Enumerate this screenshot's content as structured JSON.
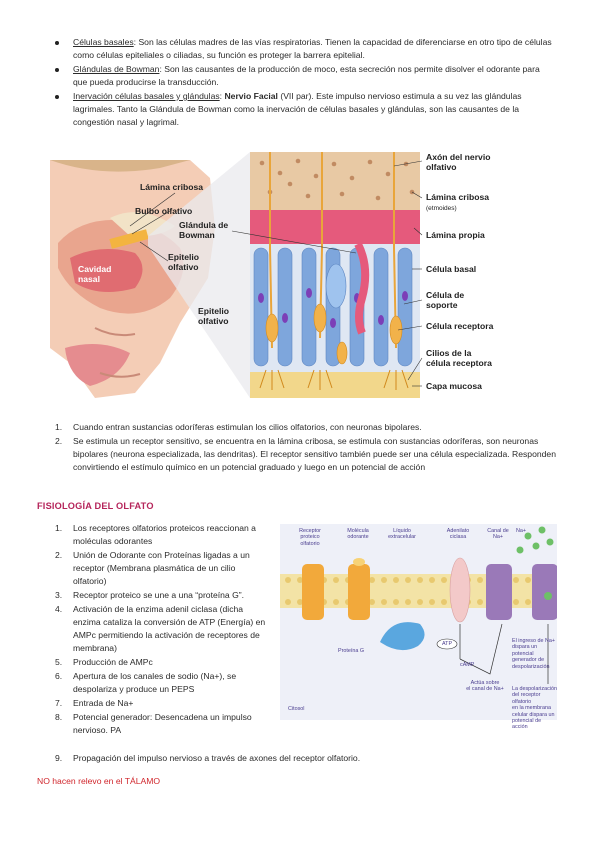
{
  "bullets": [
    {
      "term": "Células basales",
      "rest": ": Son las células madres de las vías respiratorias. Tienen la capacidad de diferenciarse en otro tipo de células como células epiteliales o ciliadas, su función es proteger la barrera epitelial."
    },
    {
      "term": "Glándulas de Bowman",
      "rest": ": Son las causantes de la producción de moco, esta secreción nos permite disolver el odorante para que pueda producirse la transducción."
    },
    {
      "term": "Inervación células basales y glándulas",
      "mid": ": ",
      "bold": "Nervio Facial",
      "rest": " (VII par). Este impulso nervioso estimula a su vez las glándulas lagrimales. Tanto la Glándula de Bowman como la inervación de células basales y glándulas, son las causantes de la congestión nasal y lagrimal."
    }
  ],
  "figure1": {
    "left": {
      "lamina": "Lámina cribosa",
      "bulbo": "Bulbo olfativo",
      "epitelio_l1": "Epitelio",
      "epitelio_l2": "olfativo",
      "cavidad_l1": "Cavidad",
      "cavidad_l2": "nasal"
    },
    "right": {
      "axon_l1": "Axón del nervio",
      "axon_l2": "olfativo",
      "lamina": "Lámina cribosa",
      "etmoides": "(etmoides)",
      "glandula_l1": "Glándula de",
      "glandula_l2": "Bowman",
      "propia": "Lámina propia",
      "basal": "Célula basal",
      "soporte_l1": "Célula de",
      "soporte_l2": "soporte",
      "receptora": "Célula receptora",
      "epitelio_l1": "Epitelio",
      "epitelio_l2": "olfativo",
      "cilios_l1": "Cilios de la",
      "cilios_l2": "célula receptora",
      "mucosa": "Capa mucosa"
    }
  },
  "steps": [
    {
      "n": "1.",
      "text": "Cuando entran sustancias odoríferas estimulan los cilios olfatorios, con neuronas bipolares."
    },
    {
      "n": "2.",
      "text": "Se estimula un receptor sensitivo, se encuentra en la lámina cribosa, se estimula con sustancias odoríferas, son neuronas bipolares (neurona especializada, las dendritas). El receptor sensitivo también puede ser una célula especializada. Responden convirtiendo el estímulo químico en un potencial graduado y luego en un potencial de acción"
    }
  ],
  "heading": "FISIOLOGÍA DEL OLFATO",
  "physiology": [
    {
      "n": "1.",
      "text": "Los receptores olfatorios proteicos reaccionan a moléculas odorantes"
    },
    {
      "n": "2.",
      "text": "Unión de Odorante con Proteínas ligadas a un receptor (Membrana plasmática de un cilio olfatorio)"
    },
    {
      "n": "3.",
      "text": "Receptor proteico se une a una “proteína G”."
    },
    {
      "n": "4.",
      "text": "Activación de la enzima adenil ciclasa (dicha enzima cataliza la conversión de ATP (Energía) en AMPc permitiendo la activación de receptores de membrana)"
    },
    {
      "n": "5.",
      "text": "Producción de AMPc"
    },
    {
      "n": "6.",
      "text": "Apertura de los canales de sodio (Na+), se despolariza y produce un PEPS"
    },
    {
      "n": "7.",
      "text": "Entrada de Na+"
    },
    {
      "n": "8.",
      "text": "Potencial generador: Desencadena un impulso nervioso. PA"
    }
  ],
  "step9": {
    "n": "9.",
    "text": "Propagación del impulso nervioso a través de axones del receptor olfatorio."
  },
  "note": "NO hacen relevo en el TÁLAMO",
  "figure2": {
    "receptor_l1": "Receptor",
    "receptor_l2": "proteico",
    "receptor_l3": "olfatorio",
    "molecula_l1": "Molécula",
    "molecula_l2": "odorante",
    "liquido_l1": "Líquido",
    "liquido_l2": "extracelular",
    "adenilato_l1": "Adenilato",
    "adenilato_l2": "ciclasa",
    "canal_l1": "Canal de",
    "canal_l2": "Na+",
    "na": "Na+",
    "proteina_g": "Proteína G",
    "atp": "ATP",
    "camp": "cAMP",
    "actua_l1": "Actúa sobre",
    "actua_l2": "el canal de Na+",
    "ingreso_l1": "El ingreso de Na+",
    "ingreso_l2": "dispara un potencial",
    "ingreso_l3": "generador de",
    "ingreso_l4": "despolarización",
    "desp_l1": "La despolarización",
    "desp_l2": "del receptor olfatorio",
    "desp_l3": "en la membrana",
    "desp_l4": "celular dispara un",
    "desp_l5": "potencial de acción",
    "citosol": "Citosol"
  }
}
